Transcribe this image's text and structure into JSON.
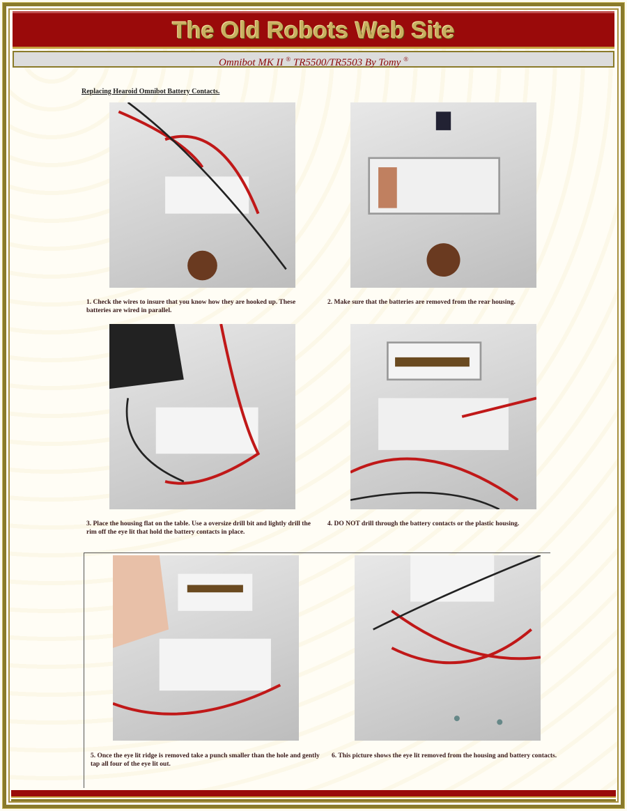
{
  "header": {
    "site_title": "The Old Robots Web Site",
    "subtitle": "Omnibot MK II",
    "reg1": "®",
    "model": "TR5500/TR5503 By Tomy",
    "reg2": "®"
  },
  "page_title": "Replacing Hearoid Omnibot Battery Contacts.",
  "steps": [
    {
      "caption": "1. Check the wires to insure that you know how they are hooked up. These batteries are wired in parallel."
    },
    {
      "caption": "2. Make sure that the batteries are removed from the rear housing."
    },
    {
      "caption": "3. Place the housing flat on the table. Use a oversize drill bit and lightly drill the rim off the eye lit that hold the battery contacts in place."
    },
    {
      "caption": "4. DO NOT drill through the battery contacts or the plastic housing."
    },
    {
      "caption": "5. Once the eye lit ridge is removed take a punch smaller than the hole and gently tap all four of the eye lit out."
    },
    {
      "caption": "6. This picture shows the eye lit removed from the housing and battery contacts."
    }
  ],
  "colors": {
    "brand_red": "#9a0a0a",
    "gold": "#c9b060"
  }
}
